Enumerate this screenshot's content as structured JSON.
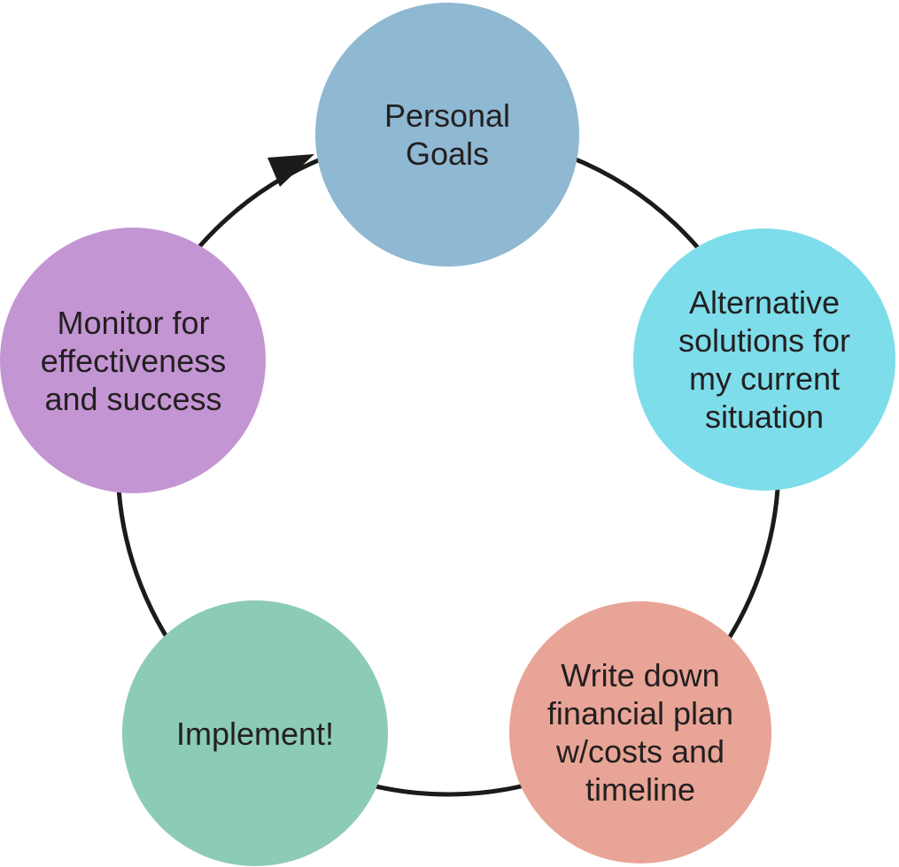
{
  "diagram": {
    "type": "cycle",
    "direction": "clockwise",
    "ring_color": "#1b1b19",
    "text_color": "#231f20",
    "background_color": "#ffffff",
    "arrow": {
      "name": "clockwise-arrowhead",
      "points_from": "Monitor for effectiveness and success",
      "points_to": "Personal Goals"
    },
    "nodes": [
      {
        "id": "personal-goals",
        "label": "Personal Goals",
        "color": "#8fb8d2",
        "position": "top"
      },
      {
        "id": "alternative-solutions",
        "label": "Alternative solutions for my current situation",
        "color": "#7eddea",
        "position": "right"
      },
      {
        "id": "financial-plan",
        "label": "Write down financial plan w/costs and timeline",
        "color": "#e8a496",
        "position": "bottom-right"
      },
      {
        "id": "implement",
        "label": "Implement!",
        "color": "#8ccbb4",
        "position": "bottom-left"
      },
      {
        "id": "monitor",
        "label": "Monitor for effectiveness and success",
        "color": "#c495d3",
        "position": "left"
      }
    ]
  }
}
